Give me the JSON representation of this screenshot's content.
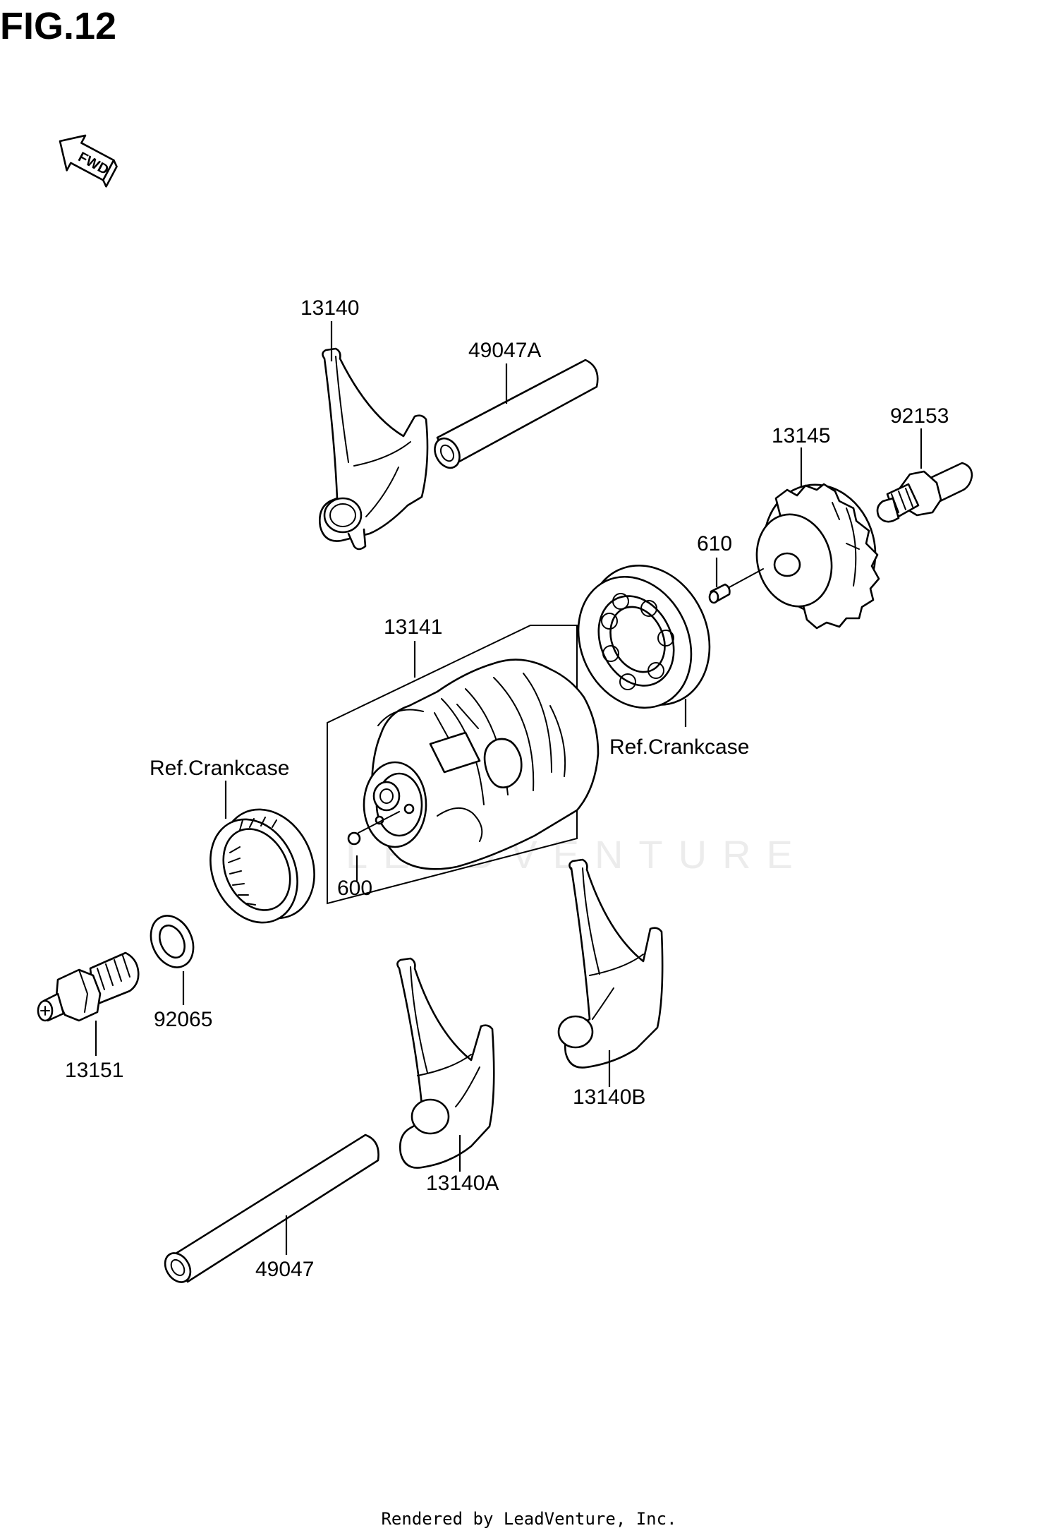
{
  "figure": {
    "title": "FIG.12",
    "fwd_label": "FWD"
  },
  "watermark": "LEADVENTURE",
  "footer": "Rendered by LeadVenture, Inc.",
  "callouts": {
    "p13140": "13140",
    "p49047A": "49047A",
    "p13145": "13145",
    "p92153": "92153",
    "p610": "610",
    "p13141": "13141",
    "refCrankcaseRight": "Ref.Crankcase",
    "refCrankcaseLeft": "Ref.Crankcase",
    "p600": "600",
    "p92065": "92065",
    "p13151": "13151",
    "p13140B": "13140B",
    "p13140A": "13140A",
    "p49047": "49047"
  }
}
